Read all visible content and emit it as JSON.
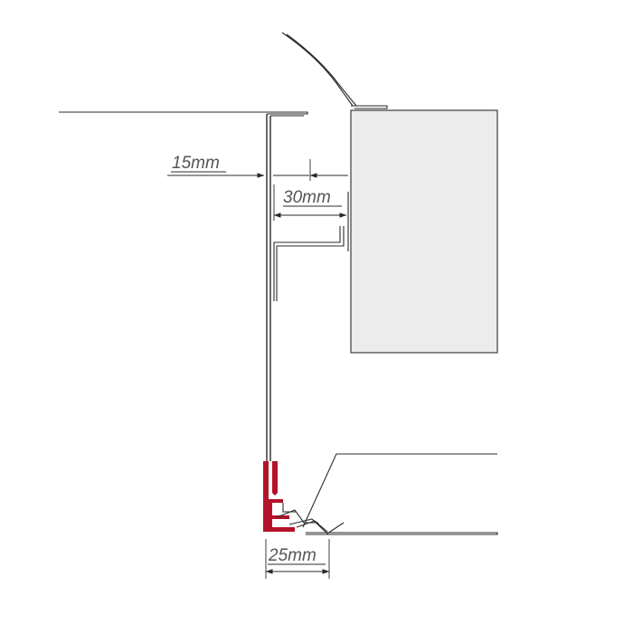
{
  "dimensions": {
    "top_gap": "15mm",
    "upper_offset": "30mm",
    "bottom_width": "25mm"
  },
  "colors": {
    "line": "#2b2b2b",
    "panel_fill": "#ececec",
    "profile_red": "#b3132a",
    "dim_text": "#555555"
  }
}
